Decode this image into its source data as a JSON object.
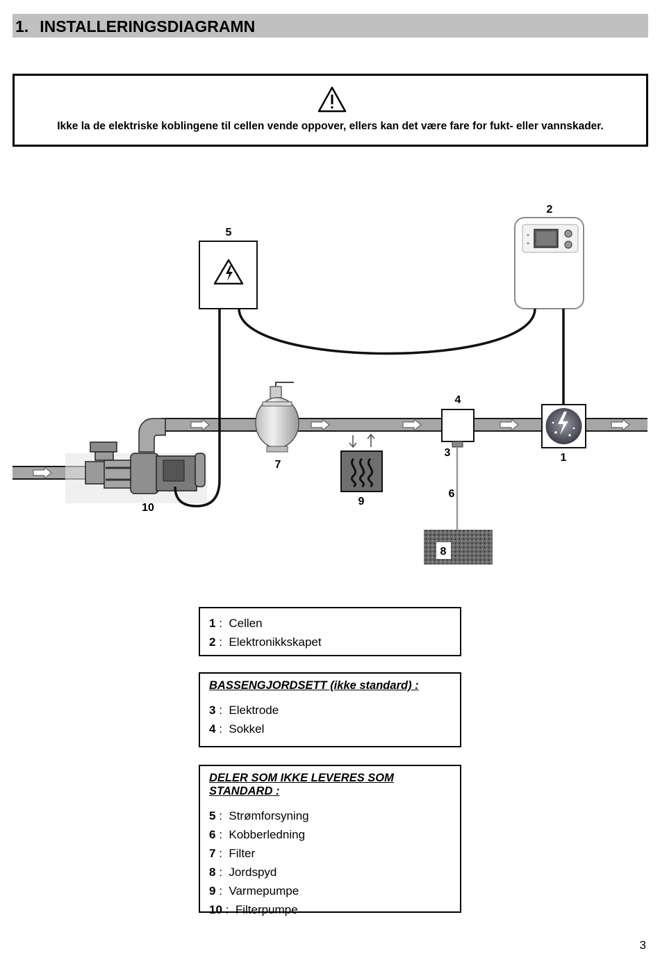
{
  "section": {
    "number": "1.",
    "title": "INSTALLERINGSDIAGRAMN"
  },
  "warning": {
    "icon": "warning-triangle-icon",
    "text": "Ikke la de elektriske koblingene til cellen vende oppover, ellers kan det være fare for fukt- eller vannskader."
  },
  "diagram": {
    "labels": {
      "n1": "1",
      "n2": "2",
      "n3": "3",
      "n4": "4",
      "n5": "5",
      "n6": "6",
      "n7": "7",
      "n8": "8",
      "n9": "9",
      "n10": "10"
    }
  },
  "legend": {
    "box1": {
      "items": [
        {
          "key": "1",
          "label": "Cellen"
        },
        {
          "key": "2",
          "label": "Elektronikkskapet"
        }
      ]
    },
    "box2": {
      "heading": "BASSENGJORDSETT (ikke standard) :",
      "items": [
        {
          "key": "3",
          "label": "Elektrode"
        },
        {
          "key": "4",
          "label": "Sokkel"
        }
      ]
    },
    "box3": {
      "heading": "DELER SOM IKKE LEVERES SOM STANDARD :",
      "items": [
        {
          "key": "5",
          "label": "Strømforsyning"
        },
        {
          "key": "6",
          "label": "Kobberledning"
        },
        {
          "key": "7",
          "label": "Filter"
        },
        {
          "key": "8",
          "label": "Jordspyd"
        },
        {
          "key": "9",
          "label": "Varmepumpe"
        },
        {
          "key": "10",
          "label": "Filterpumpe"
        }
      ]
    }
  },
  "page_number": "3"
}
